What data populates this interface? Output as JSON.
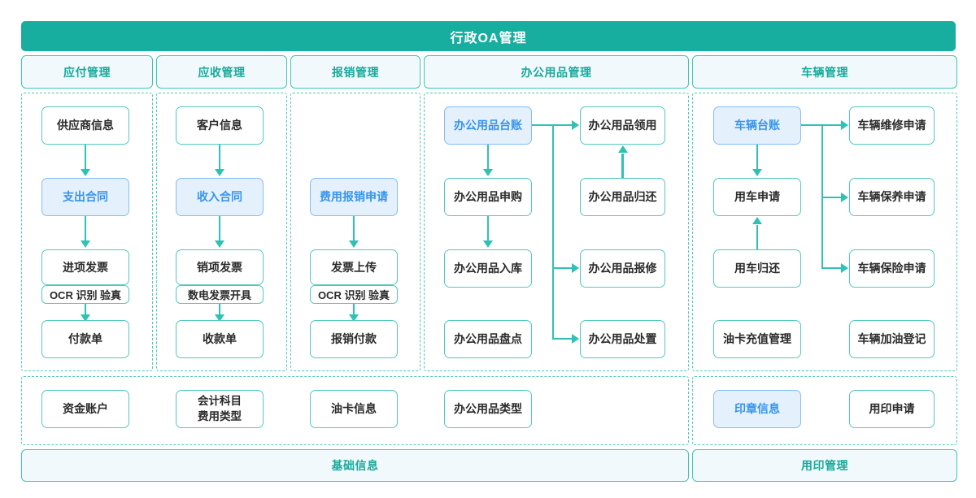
{
  "header": {
    "title": "行政OA管理"
  },
  "sections": [
    {
      "id": "payable",
      "label": "应付管理"
    },
    {
      "id": "receivable",
      "label": "应收管理"
    },
    {
      "id": "reimburse",
      "label": "报销管理"
    },
    {
      "id": "supplies",
      "label": "办公用品管理"
    },
    {
      "id": "vehicle",
      "label": "车辆管理"
    }
  ],
  "payable": {
    "nodes": [
      {
        "label": "供应商信息",
        "style": "plain"
      },
      {
        "label": "支出合同",
        "style": "blue"
      },
      {
        "label": "进项发票",
        "style": "plain",
        "sub": "OCR 识别 验真"
      },
      {
        "label": "付款单",
        "style": "plain"
      }
    ]
  },
  "receivable": {
    "nodes": [
      {
        "label": "客户信息",
        "style": "plain"
      },
      {
        "label": "收入合同",
        "style": "blue"
      },
      {
        "label": "销项发票",
        "style": "plain",
        "sub": "数电发票开具"
      },
      {
        "label": "收款单",
        "style": "plain"
      }
    ]
  },
  "reimburse": {
    "nodes": [
      {
        "label": "费用报销申请",
        "style": "blue"
      },
      {
        "label": "发票上传",
        "style": "plain",
        "sub": "OCR 识别 验真"
      },
      {
        "label": "报销付款",
        "style": "plain"
      }
    ]
  },
  "supplies": {
    "left_nodes": [
      {
        "label": "办公用品台账",
        "style": "blue"
      },
      {
        "label": "办公用品申购",
        "style": "plain"
      },
      {
        "label": "办公用品入库",
        "style": "plain"
      },
      {
        "label": "办公用品盘点",
        "style": "plain"
      }
    ],
    "right_nodes": [
      {
        "label": "办公用品领用",
        "style": "plain"
      },
      {
        "label": "办公用品归还",
        "style": "plain"
      },
      {
        "label": "办公用品报修",
        "style": "plain"
      },
      {
        "label": "办公用品处置",
        "style": "plain"
      }
    ]
  },
  "vehicle": {
    "left_nodes": [
      {
        "label": "车辆台账",
        "style": "blue"
      },
      {
        "label": "用车申请",
        "style": "plain"
      },
      {
        "label": "用车归还",
        "style": "plain"
      },
      {
        "label": "油卡充值管理",
        "style": "plain"
      }
    ],
    "right_nodes": [
      {
        "label": "车辆维修申请",
        "style": "plain"
      },
      {
        "label": "车辆保养申请",
        "style": "plain"
      },
      {
        "label": "车辆保险申请",
        "style": "plain"
      },
      {
        "label": "车辆加油登记",
        "style": "plain"
      }
    ]
  },
  "basic_info": {
    "label": "基础信息",
    "nodes": [
      {
        "label": "资金账户",
        "style": "plain"
      },
      {
        "label": "会计科目\n费用类型",
        "style": "plain"
      },
      {
        "label": "油卡信息",
        "style": "plain"
      },
      {
        "label": "办公用品类型",
        "style": "plain"
      }
    ]
  },
  "seal_management": {
    "label": "用印管理",
    "nodes": [
      {
        "label": "印章信息",
        "style": "blue"
      },
      {
        "label": "用印申请",
        "style": "plain"
      }
    ]
  },
  "colors": {
    "brand_teal": "#18ae9f",
    "node_border": "#53c9bd",
    "connector": "#2fc2b4",
    "blue_fill": "#e4f1fd",
    "blue_border": "#85bdf6",
    "blue_text": "#3694ec",
    "panel_fill": "#f2f9fd"
  }
}
